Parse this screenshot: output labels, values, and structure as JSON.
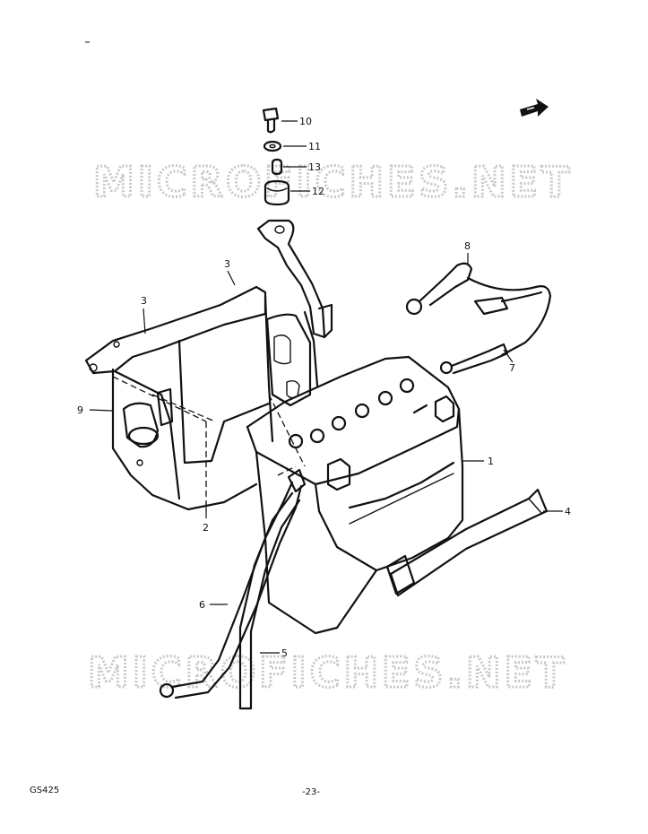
{
  "watermark": {
    "text": "MICROFICHES.NET"
  },
  "parts": [
    {
      "id": "part-1",
      "label": "1"
    },
    {
      "id": "part-2",
      "label": "2"
    },
    {
      "id": "part-3a",
      "label": "3"
    },
    {
      "id": "part-3b",
      "label": "3"
    },
    {
      "id": "part-4",
      "label": "4"
    },
    {
      "id": "part-5",
      "label": "5"
    },
    {
      "id": "part-6",
      "label": "6"
    },
    {
      "id": "part-7",
      "label": "7"
    },
    {
      "id": "part-8",
      "label": "8"
    },
    {
      "id": "part-9",
      "label": "9"
    },
    {
      "id": "part-10",
      "label": "10"
    },
    {
      "id": "part-11",
      "label": "11"
    },
    {
      "id": "part-12",
      "label": "12"
    },
    {
      "id": "part-13",
      "label": "13"
    }
  ],
  "footer": {
    "code": "GS425",
    "page": "-23-"
  }
}
